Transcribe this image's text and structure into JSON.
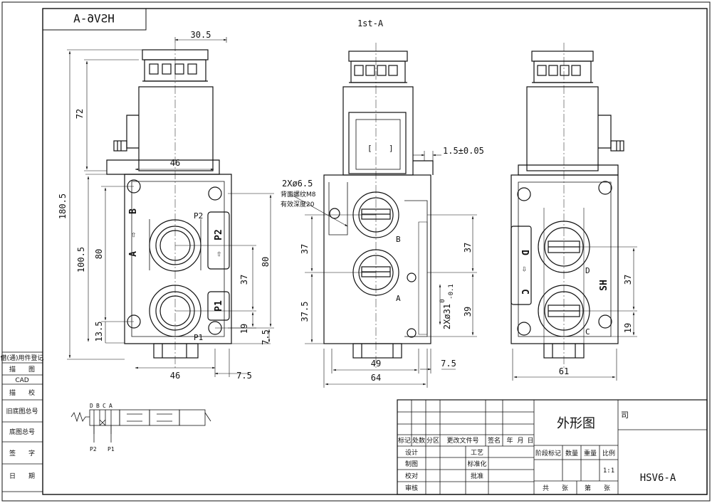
{
  "header": {
    "mirrored_model": "HSV6-A",
    "view_title": "1st-A"
  },
  "front_view": {
    "dims": {
      "top_width": "30.5",
      "body_width": "46",
      "bottom_width": "46",
      "bottom_offset": "7.5",
      "total_height": "180.5",
      "coil_height": "72",
      "port_span": "100.5",
      "port_pitch": "80",
      "port_pitch_right": "80",
      "lower_port": "37",
      "bottom_port": "19",
      "bottom_small": "7.5",
      "low_left": "13.5"
    },
    "labels": {
      "b": "B",
      "a": "A",
      "p2_box": "P2",
      "p1_box": "P1",
      "p2": "P2",
      "p1": "P1"
    }
  },
  "side_view": {
    "dims": {
      "flange": "1.5±0.05",
      "hole": "2Xø6.5",
      "thread_1": "背面螺纹M8",
      "thread_2": "有效深度20",
      "left_upper": "37",
      "left_lower": "37.5",
      "right_upper": "37",
      "right_lower": "39",
      "oring_tol_top": "0",
      "oring": "2Xø31",
      "oring_tol_bot": "-0.1",
      "width_49": "49",
      "width_64": "64",
      "offset": "7.5"
    },
    "labels": {
      "b": "B",
      "a": "A"
    }
  },
  "rear_view": {
    "dims": {
      "upper": "37",
      "lower": "19",
      "width": "61"
    },
    "labels": {
      "d_box": "D",
      "c_box": "C",
      "sh": "SH",
      "d": "D",
      "c": "C"
    }
  },
  "schematic": {
    "top_labels": [
      "D",
      "B",
      "C",
      "A"
    ],
    "bottom_labels": [
      "P2",
      "P1"
    ]
  },
  "left_stamp": {
    "rows": [
      "借(通)用件登记",
      "描　　图",
      "CAD",
      "描　　校",
      "旧底图总号",
      "底图总号",
      "签　　字",
      "日　　期"
    ]
  },
  "title_block": {
    "drawing_name": "外形图",
    "company": "司",
    "drawing_no": "HSV6-A",
    "scale": "1:1",
    "header_cols": [
      "标记",
      "处数",
      "分区",
      "更改文件号",
      "签名",
      "年",
      "月",
      "日"
    ],
    "left_rows": [
      "设计",
      "制图",
      "校对",
      "审核"
    ],
    "mid_rows": [
      "工艺",
      "标准化",
      "批准"
    ],
    "stage_cols": [
      "阶段标记",
      "数量",
      "重量",
      "比例"
    ],
    "sheets_total": "共　　张",
    "sheet_no": "第　　张"
  }
}
